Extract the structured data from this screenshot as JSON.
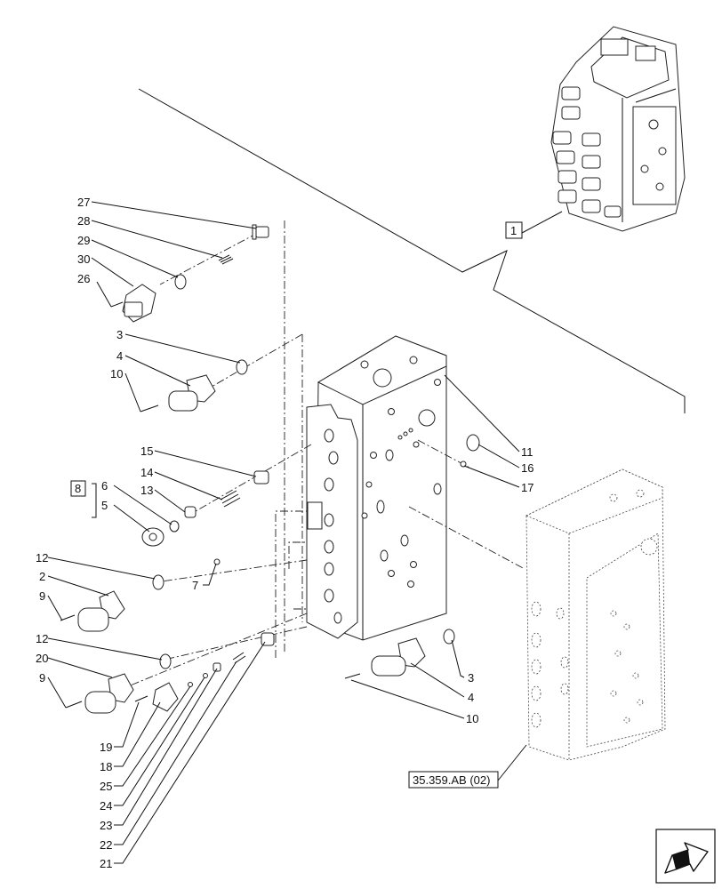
{
  "labels": {
    "l27": "27",
    "l28": "28",
    "l29": "29",
    "l30": "30",
    "l26": "26",
    "l3a": "3",
    "l4a": "4",
    "l10a": "10",
    "l15": "15",
    "l14": "14",
    "l13": "13",
    "l8": "8",
    "l6": "6",
    "l5": "5",
    "l12a": "12",
    "l2": "2",
    "l9a": "9",
    "l7": "7",
    "l12b": "12",
    "l20": "20",
    "l9b": "9",
    "l19": "19",
    "l18": "18",
    "l25": "25",
    "l24": "24",
    "l23": "23",
    "l22": "22",
    "l21": "21",
    "l11": "11",
    "l16": "16",
    "l17": "17",
    "l3b": "3",
    "l4b": "4",
    "l10b": "10",
    "l1": "1",
    "ref": "35.359.AB (02)"
  },
  "icons": {
    "corner": "next-page-arrow-icon"
  }
}
